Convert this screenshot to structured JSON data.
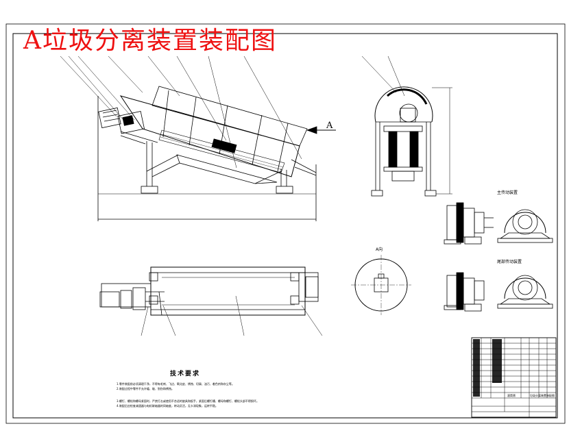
{
  "drawing": {
    "title": "A垃圾分离装置装配图",
    "view_arrow_label": "A",
    "views": {
      "section_a": "A向",
      "main_drive": "主传动装置",
      "aux_drive": "尾部传动装置"
    },
    "technical_requirements": {
      "heading": "技术要求",
      "items": [
        "1.零件装配前必须清理干净，不得有毛刺、飞边、氧化皮、锈蚀、切屑、油污、着色剂和灰尘等。",
        "2.装配过程中零件不允许磕、碰、划伤和锈蚀。",
        "3.螺钉、螺栓和螺母紧固时，严禁打击或使用不合适的旋具和扳手，紧固后螺钉槽、螺母和螺钉、螺栓头部不得损坏。",
        "4.装配后应检查减速器与电机联轴器的同轴度，转动灵活，无卡滞现象，运转平稳。"
      ]
    },
    "title_block": {
      "part_name": "滚筒筛",
      "drawing_name": "垃圾分离装置装配图"
    }
  }
}
